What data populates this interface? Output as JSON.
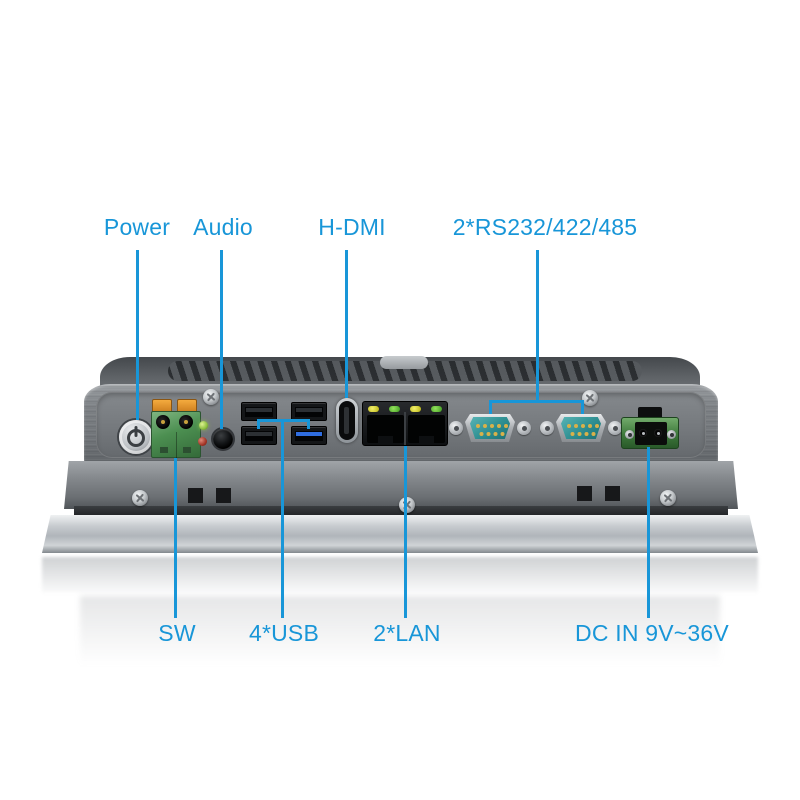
{
  "figure": {
    "type": "annotated-product-photo",
    "subject": "Industrial panel PC bottom I/O panel with port callouts"
  },
  "colors": {
    "background": "#ffffff",
    "callout_blue": "#1896d8",
    "chassis_gray": "#76797d",
    "bezel_silver": "#c3c7cb",
    "terminal_green": "#4c8f51",
    "terminal_orange": "#e59a2e",
    "serial_teal": "#2b8b8e",
    "usb3_blue": "#2f6de0",
    "led_green": "#8cbf3e",
    "led_red": "#a23325",
    "lan_led_yellow": "#d6d22e",
    "lan_led_green": "#59c03a"
  },
  "callouts": {
    "top": [
      {
        "id": "power",
        "label": "Power"
      },
      {
        "id": "audio",
        "label": "Audio"
      },
      {
        "id": "hdmi",
        "label": "H-DMI"
      },
      {
        "id": "serial",
        "label": "2*RS232/422/485"
      }
    ],
    "bottom": [
      {
        "id": "sw",
        "label": "SW"
      },
      {
        "id": "usb",
        "label": "4*USB"
      },
      {
        "id": "lan",
        "label": "2*LAN"
      },
      {
        "id": "dc",
        "label": "DC IN 9V~36V"
      }
    ]
  },
  "ports": [
    {
      "icon": "power-button-icon",
      "desc": "power button"
    },
    {
      "icon": "terminal-block-icon",
      "desc": "SW 2-pin terminal with orange levers"
    },
    {
      "icon": "led-green-icon",
      "desc": "green indicator LED"
    },
    {
      "icon": "led-red-icon",
      "desc": "red indicator LED"
    },
    {
      "icon": "audio-jack-icon",
      "desc": "3.5mm audio jack"
    },
    {
      "icon": "usb-port-icon",
      "desc": "USB type-A ports",
      "count": 4
    },
    {
      "icon": "hdmi-port-icon",
      "desc": "HDMI port"
    },
    {
      "icon": "rj45-port-icon",
      "desc": "RJ45 LAN ports",
      "count": 2
    },
    {
      "icon": "db9-serial-icon",
      "desc": "DB9 serial ports",
      "count": 2
    },
    {
      "icon": "dc-terminal-icon",
      "desc": "DC input terminal"
    }
  ]
}
